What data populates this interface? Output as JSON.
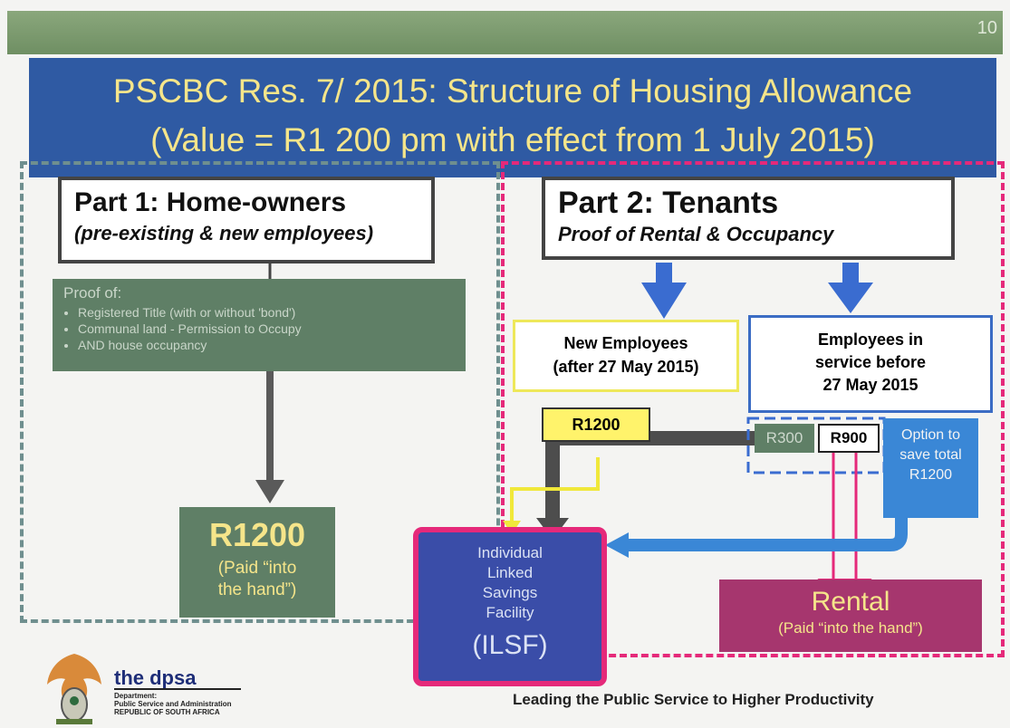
{
  "slide_number": "10",
  "title": {
    "line1": "PSCBC Res. 7/ 2015: Structure of Housing Allowance",
    "line2": "(Value = R1 200 pm with effect from 1 July 2015)"
  },
  "part1": {
    "heading": "Part 1: Home-owners",
    "subheading": "(pre-existing & new employees)",
    "proof_heading": "Proof of:",
    "proof_items": [
      "Registered Title (with or without 'bond')",
      "Communal land - Permission to Occupy",
      "AND house occupancy"
    ],
    "amount": "R1200",
    "amount_note_line1": "(Paid “into",
    "amount_note_line2": "the hand”)"
  },
  "part2": {
    "heading": "Part 2: Tenants",
    "subheading": "Proof of Rental & Occupancy",
    "new_employees_line1": "New Employees",
    "new_employees_line2": "(after 27 May 2015)",
    "in_service_line1": "Employees in",
    "in_service_line2": "service before",
    "in_service_line3": "27 May 2015",
    "r1200_label": "R1200",
    "r300_label": "R300",
    "r900_label": "R900",
    "option_line1": "Option to",
    "option_line2": "save total",
    "option_line3": "R1200"
  },
  "ilsf": {
    "line1": "Individual",
    "line2": "Linked",
    "line3": "Savings",
    "line4": "Facility",
    "abbrev": "(ILSF)"
  },
  "rental": {
    "heading": "Rental",
    "note": "(Paid “into the hand”)"
  },
  "branding": {
    "name": "the dpsa",
    "sub_line1": "Department:",
    "sub_line2": "Public Service and Administration",
    "sub_line3": "REPUBLIC OF SOUTH AFRICA"
  },
  "footer_tagline": "Leading the Public Service to Higher Productivity",
  "colors": {
    "title_bg": "#2f5aa3",
    "title_text": "#f5e58a",
    "green_box": "#5f7f66",
    "pink_border": "#e5297a",
    "blue_arrow": "#3a6cd0",
    "rental_bg": "#a6366e"
  }
}
